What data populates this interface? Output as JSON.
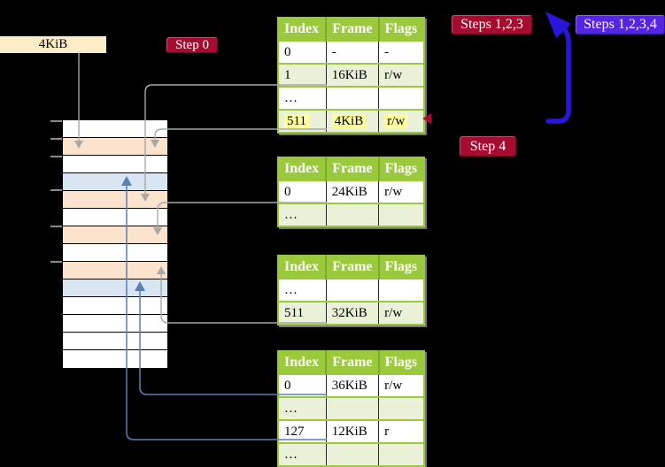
{
  "labels": {
    "page_size": "4KiB",
    "step0": "Step 0",
    "steps123": "Steps 1,2,3",
    "steps1234": "Steps 1,2,3,4",
    "step4": "Step 4"
  },
  "page_tables": [
    {
      "name": "page-table-1",
      "headers": [
        "Index",
        "Frame",
        "Flags"
      ],
      "rows": [
        {
          "cells": [
            "0",
            "-",
            "-"
          ]
        },
        {
          "cells": [
            "1",
            "16KiB",
            "r/w"
          ]
        },
        {
          "cells": [
            "…",
            "",
            ""
          ]
        },
        {
          "cells": [
            "511",
            "4KiB",
            "r/w"
          ],
          "highlight": true
        }
      ]
    },
    {
      "name": "page-table-2",
      "headers": [
        "Index",
        "Frame",
        "Flags"
      ],
      "rows": [
        {
          "cells": [
            "0",
            "24KiB",
            "r/w"
          ]
        },
        {
          "cells": [
            "…",
            "",
            ""
          ]
        }
      ]
    },
    {
      "name": "page-table-3",
      "headers": [
        "Index",
        "Frame",
        "Flags"
      ],
      "rows": [
        {
          "cells": [
            "…",
            "",
            ""
          ]
        },
        {
          "cells": [
            "511",
            "32KiB",
            "r/w"
          ]
        }
      ]
    },
    {
      "name": "page-table-4",
      "headers": [
        "Index",
        "Frame",
        "Flags"
      ],
      "rows": [
        {
          "cells": [
            "0",
            "36KiB",
            "r/w"
          ]
        },
        {
          "cells": [
            "…",
            "",
            ""
          ]
        },
        {
          "cells": [
            "127",
            "12KiB",
            "r"
          ]
        },
        {
          "cells": [
            "…",
            "",
            ""
          ]
        }
      ]
    }
  ],
  "memory_column": {
    "rows": [
      "white",
      "peach",
      "white",
      "blue",
      "peach",
      "white",
      "peach",
      "white",
      "peach",
      "blue",
      "white",
      "white",
      "white",
      "white"
    ]
  },
  "colors": {
    "bg": "#000000",
    "beige": "#fcedc7",
    "label_red": "#a60c2f",
    "label_violet": "#5524e4",
    "arrow_blue": "#2817da",
    "header_green": "#9aca3b",
    "row_green": "#ebf1d8",
    "highlight_yellow": "#ffff9c",
    "peach": "#fbe3cd",
    "blue_row": "#d9e5f3",
    "line_grey": "#a8a8a8",
    "line_steelblue": "#5b7fb5"
  }
}
